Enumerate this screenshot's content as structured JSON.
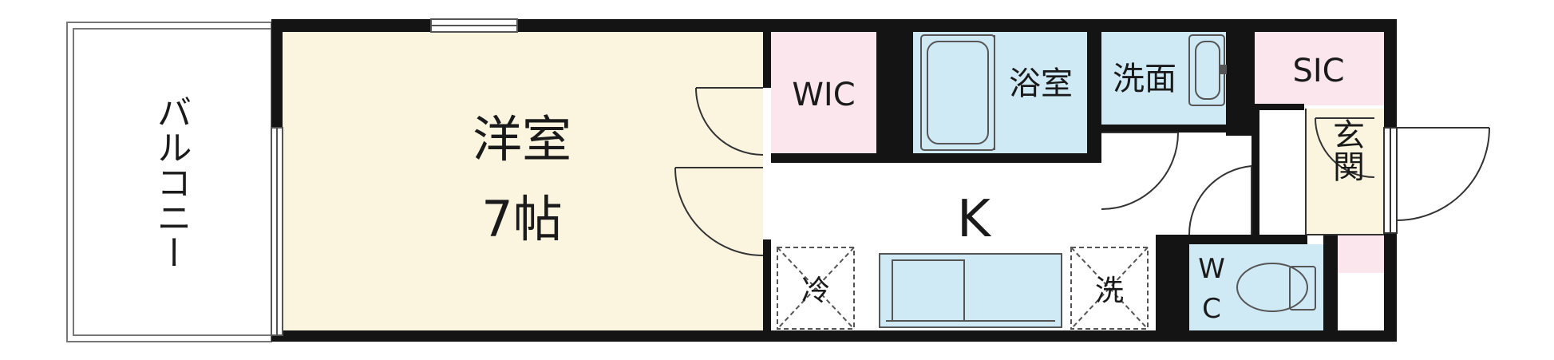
{
  "floor_plan": {
    "colors": {
      "wall": "#141414",
      "western_room": "#fbf5e0",
      "wic": "#fbe6ee",
      "sic": "#fbe6ee",
      "bath": "#cfeaf5",
      "wash": "#cfeaf5",
      "wc": "#cfeaf5",
      "kitchen": "#ffffff",
      "entrance": "#fbf5e0",
      "balcony": "#ffffff"
    },
    "rooms": {
      "balcony": "バルコニー",
      "western_room_name": "洋室",
      "western_room_size": "7帖",
      "wic": "WIC",
      "bath": "浴室",
      "wash": "洗面",
      "sic": "SIC",
      "entrance": "玄関",
      "kitchen": "K",
      "fridge": "冷",
      "washer": "洗",
      "wc_line1": "W",
      "wc_line2": "C"
    }
  }
}
